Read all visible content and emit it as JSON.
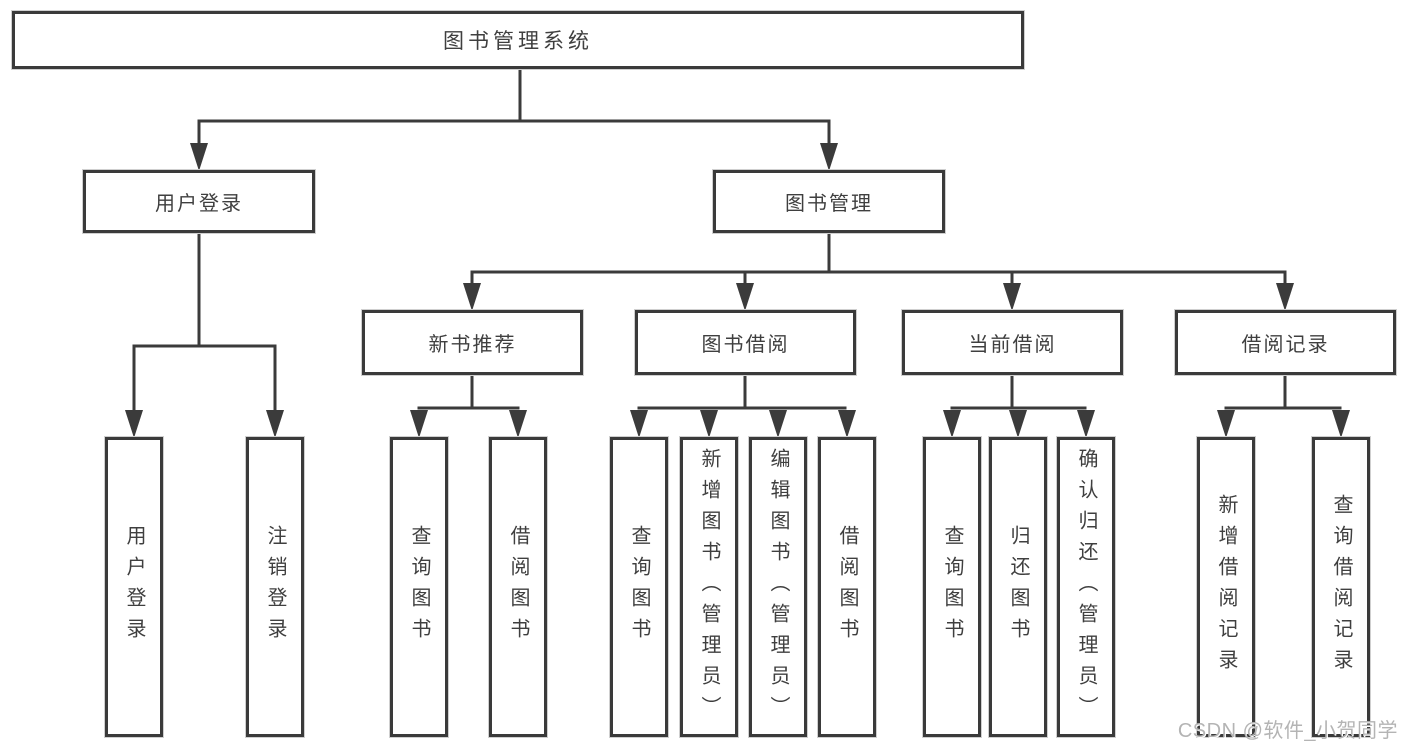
{
  "diagram": {
    "type": "hierarchy",
    "tree": {
      "label": "图书管理系统",
      "children": [
        {
          "label": "用户登录",
          "children": [
            {
              "label": "用户登录"
            },
            {
              "label": "注销登录"
            }
          ]
        },
        {
          "label": "图书管理",
          "children": [
            {
              "label": "新书推荐",
              "children": [
                {
                  "label": "查询图书"
                },
                {
                  "label": "借阅图书"
                }
              ]
            },
            {
              "label": "图书借阅",
              "children": [
                {
                  "label": "查询图书"
                },
                {
                  "label": "新增图书（管理员）"
                },
                {
                  "label": "编辑图书（管理员）"
                },
                {
                  "label": "借阅图书"
                }
              ]
            },
            {
              "label": "当前借阅",
              "children": [
                {
                  "label": "查询图书"
                },
                {
                  "label": "归还图书"
                },
                {
                  "label": "确认归还（管理员）"
                }
              ]
            },
            {
              "label": "借阅记录",
              "children": [
                {
                  "label": "新增借阅记录"
                },
                {
                  "label": "查询借阅记录"
                }
              ]
            }
          ]
        }
      ]
    },
    "colors": {
      "line": "#3b3b3b",
      "box_border": "#3a3a3a",
      "text": "#3f3f3f",
      "background": "#ffffff",
      "watermark": "#b4b4b4"
    }
  },
  "watermark": {
    "text": "CSDN @软件_小贺同学"
  }
}
